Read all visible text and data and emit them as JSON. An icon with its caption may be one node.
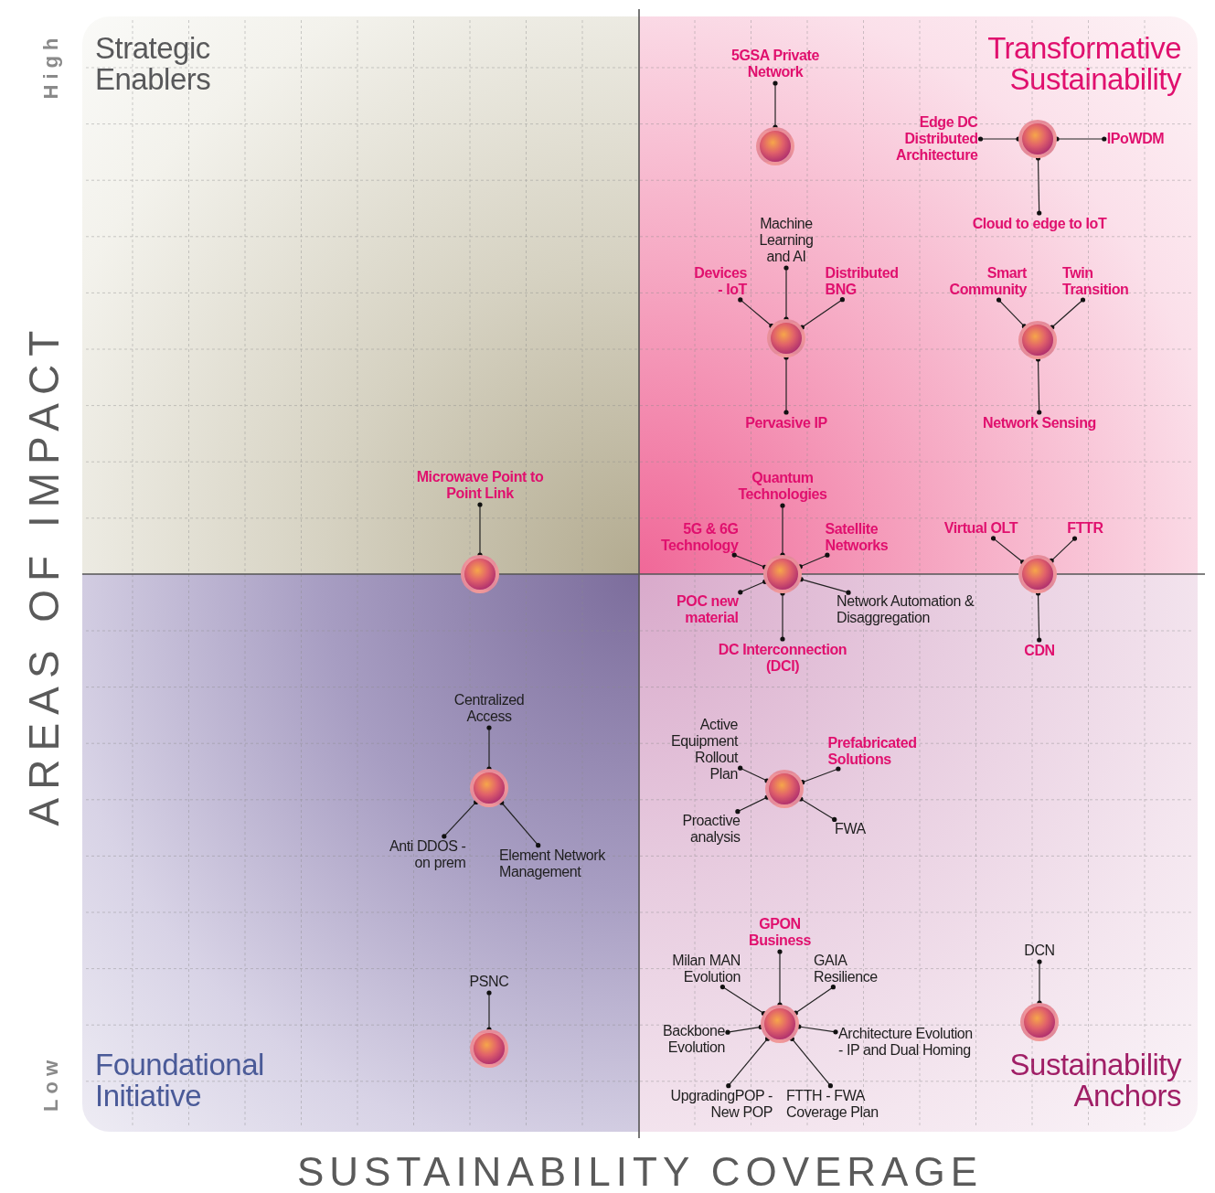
{
  "diagram": {
    "nodes": [
      {
        "text": [
          "Strategic Enablers"
        ]
      },
      {
        "text": [
          "Transformative Sustainability"
        ]
      },
      {
        "text": [
          "Foundational Initiative"
        ]
      },
      {
        "text": [
          "Sustainability Anchors"
        ]
      },
      {
        "text": [
          "5GSA Private Network"
        ],
        "in": 1
      },
      {
        "text": [],
        "shape": "circle",
        "in": 1
      },
      {
        "text": [
          "Edge DC Distributed Architecture"
        ],
        "in": 1
      },
      {
        "text": [],
        "shape": "circle",
        "in": 1
      },
      {
        "text": [
          "IPoWDM"
        ],
        "in": 1
      },
      {
        "text": [
          "Cloud to edge to IoT"
        ],
        "in": 1
      },
      {
        "text": [
          "Machine Learning and AI"
        ],
        "in": 1
      },
      {
        "text": [
          "Devices - IoT"
        ],
        "in": 1
      },
      {
        "text": [
          "Distributed BNG"
        ],
        "in": 1
      },
      {
        "text": [],
        "shape": "circle",
        "in": 1
      },
      {
        "text": [
          "Pervasive IP"
        ],
        "in": 1
      },
      {
        "text": [
          "Smart Community"
        ],
        "in": 1
      },
      {
        "text": [
          "Twin Transition"
        ],
        "in": 1
      },
      {
        "text": [],
        "shape": "circle",
        "in": 1
      },
      {
        "text": [
          "Network Sensing"
        ],
        "in": 1
      },
      {
        "text": [
          "Microwave Point to Point Link"
        ],
        "in": 0
      },
      {
        "text": [
          "Quantum Technologies"
        ],
        "in": 1
      },
      {
        "text": [
          "5G & 6G Technology"
        ],
        "in": 1
      },
      {
        "text": [
          "Satellite Networks"
        ],
        "in": 1
      },
      {
        "text": [
          "Virtual OLT"
        ],
        "in": 1
      },
      {
        "text": [
          "FTTR"
        ],
        "in": 1
      },
      {
        "text": [],
        "shape": "circle"
      },
      {
        "text": [],
        "shape": "circle"
      },
      {
        "text": [],
        "shape": "circle"
      },
      {
        "text": [
          "POC new material"
        ],
        "in": 3
      },
      {
        "text": [
          "Network Automation & Disaggregation"
        ],
        "in": 3
      },
      {
        "text": [
          "DC Interconnection (DCI)"
        ],
        "in": 3
      },
      {
        "text": [
          "CDN"
        ],
        "in": 3
      },
      {
        "text": [
          "Centralized Access"
        ],
        "in": 2
      },
      {
        "text": [],
        "shape": "circle",
        "in": 2
      },
      {
        "text": [
          "Anti DDOS - on prem"
        ],
        "in": 2
      },
      {
        "text": [
          "Element Network Management"
        ],
        "in": 2
      },
      {
        "text": [
          "Active Equipment Rollout Plan"
        ],
        "in": 3
      },
      {
        "text": [
          "Prefabricated Solutions"
        ],
        "in": 3
      },
      {
        "text": [],
        "shape": "circle",
        "in": 3
      },
      {
        "text": [
          "Proactive analysis"
        ],
        "in": 3
      },
      {
        "text": [
          "FWA"
        ],
        "in": 3
      },
      {
        "text": [
          "GPON Business"
        ],
        "in": 3
      },
      {
        "text": [
          "DCN"
        ],
        "in": 3
      },
      {
        "text": [
          "Milan MAN Evolution"
        ],
        "in": 3
      },
      {
        "text": [
          "GAIA Resilience"
        ],
        "in": 3
      },
      {
        "text": [
          "PSNC"
        ],
        "in": 2
      },
      {
        "text": [],
        "shape": "circle",
        "in": 3
      },
      {
        "text": [],
        "shape": "circle",
        "in": 3
      },
      {
        "text": [
          "Backbone Evolution"
        ],
        "in": 3
      },
      {
        "text": [
          "Architecture Evolution - IP and Dual Homing"
        ],
        "in": 3
      },
      {
        "text": [],
        "shape": "circle",
        "in": 2
      },
      {
        "text": [
          "UpgradingPOP - New POP"
        ],
        "in": 3
      },
      {
        "text": [
          "FTTH - FWA Coverage Plan"
        ],
        "in": 3
      }
    ],
    "edges": [
      {
        "from": 4,
        "to": 5,
        "arrow": "other"
      },
      {
        "from": 6,
        "to": 7,
        "arrow": "other"
      },
      {
        "from": 8,
        "to": 7,
        "arrow": "other"
      },
      {
        "from": 9,
        "to": 7,
        "arrow": "other"
      },
      {
        "from": 10,
        "to": 13,
        "arrow": "other"
      },
      {
        "from": 11,
        "to": 13,
        "arrow": "other"
      },
      {
        "from": 12,
        "to": 13,
        "arrow": "other"
      },
      {
        "from": 14,
        "to": 13,
        "arrow": "other"
      },
      {
        "from": 15,
        "to": 17,
        "arrow": "other"
      },
      {
        "from": 16,
        "to": 17,
        "arrow": "other"
      },
      {
        "from": 18,
        "to": 17,
        "arrow": "other"
      },
      {
        "from": 19,
        "to": 25,
        "arrow": "other"
      },
      {
        "from": 20,
        "to": 26,
        "arrow": "other"
      },
      {
        "from": 21,
        "to": 26,
        "arrow": "other"
      },
      {
        "from": 22,
        "to": 26,
        "arrow": "other"
      },
      {
        "from": 23,
        "to": 27,
        "arrow": "other"
      },
      {
        "from": 24,
        "to": 27,
        "arrow": "other"
      },
      {
        "from": 28,
        "to": 26,
        "arrow": "other"
      },
      {
        "from": 29,
        "to": 26,
        "arrow": "other"
      },
      {
        "from": 30,
        "to": 26,
        "arrow": "other"
      },
      {
        "from": 31,
        "to": 27,
        "arrow": "other"
      },
      {
        "from": 32,
        "to": 33,
        "arrow": "other"
      },
      {
        "from": 34,
        "to": 33,
        "arrow": "other"
      },
      {
        "from": 35,
        "to": 33,
        "arrow": "other"
      },
      {
        "from": 36,
        "to": 38,
        "arrow": "other"
      },
      {
        "from": 37,
        "to": 38,
        "arrow": "other"
      },
      {
        "from": 39,
        "to": 38,
        "arrow": "other"
      },
      {
        "from": 40,
        "to": 38,
        "arrow": "other"
      },
      {
        "from": 41,
        "to": 46,
        "arrow": "other"
      },
      {
        "from": 42,
        "to": 47,
        "arrow": "other"
      },
      {
        "from": 43,
        "to": 46,
        "arrow": "other"
      },
      {
        "from": 44,
        "to": 46,
        "arrow": "other"
      },
      {
        "from": 48,
        "to": 46,
        "arrow": "other"
      },
      {
        "from": 49,
        "to": 46,
        "arrow": "other"
      },
      {
        "from": 51,
        "to": 46,
        "arrow": "other"
      },
      {
        "from": 52,
        "to": 46,
        "arrow": "other"
      },
      {
        "from": 45,
        "to": 50,
        "arrow": "other"
      }
    ],
    "labels": [
      "High",
      "AREAS OF IMPACT",
      "Low",
      "SUSTAINABILITY COVERAGE"
    ]
  }
}
